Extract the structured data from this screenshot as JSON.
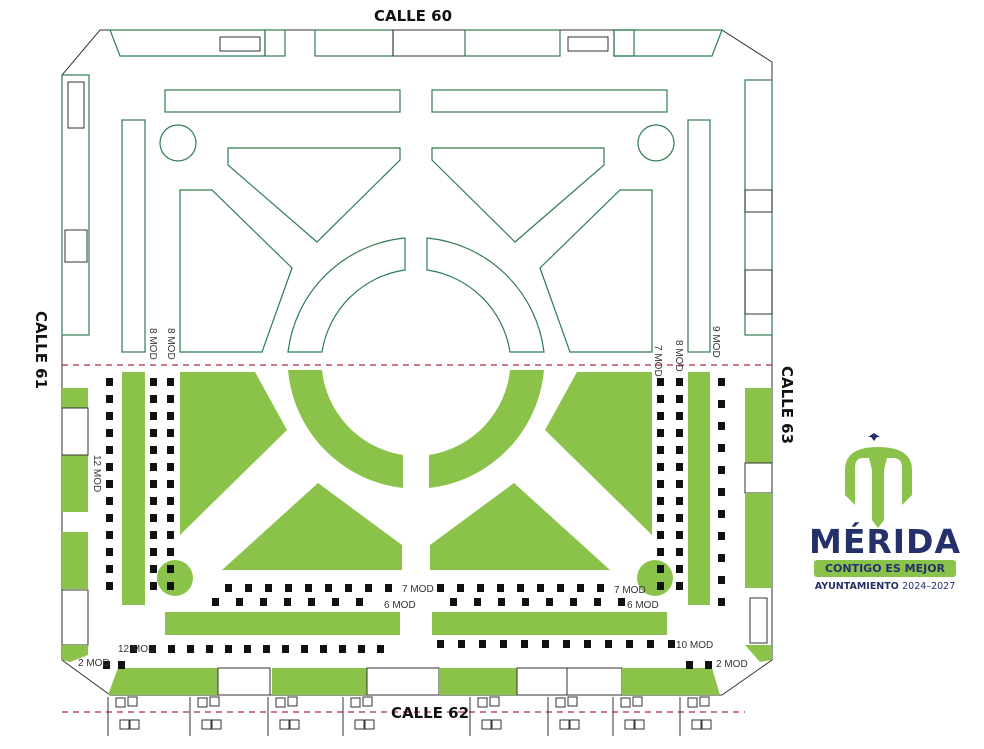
{
  "streets": {
    "north": "CALLE 60",
    "west": "CALLE 61",
    "south": "CALLE 62",
    "east": "CALLE 63"
  },
  "module_labels": {
    "left_col_a": "8 MOD",
    "left_col_b": "8 MOD",
    "left_outer": "12 MOD",
    "right_col_a": "7 MOD",
    "right_col_b": "8 MOD",
    "right_col_c": "9 MOD",
    "bottom_left_7": "7 MOD",
    "bottom_left_6": "6 MOD",
    "bottom_right_7": "7 MOD",
    "bottom_right_6": "6 MOD",
    "bottom_left_12": "12 MOD",
    "bottom_right_10": "10 MOD",
    "corner_left_2": "2 MOD",
    "corner_right_2": "2 MOD"
  },
  "logo": {
    "name": "MÉRIDA",
    "slogan": "CONTIGO ES MEJOR",
    "org": "AYUNTAMIENTO",
    "years": "2024–2027"
  },
  "colors": {
    "green": "#8bc34a",
    "outline": "#2e7d4f",
    "navy": "#25306b",
    "dash": "#b02a3a"
  }
}
